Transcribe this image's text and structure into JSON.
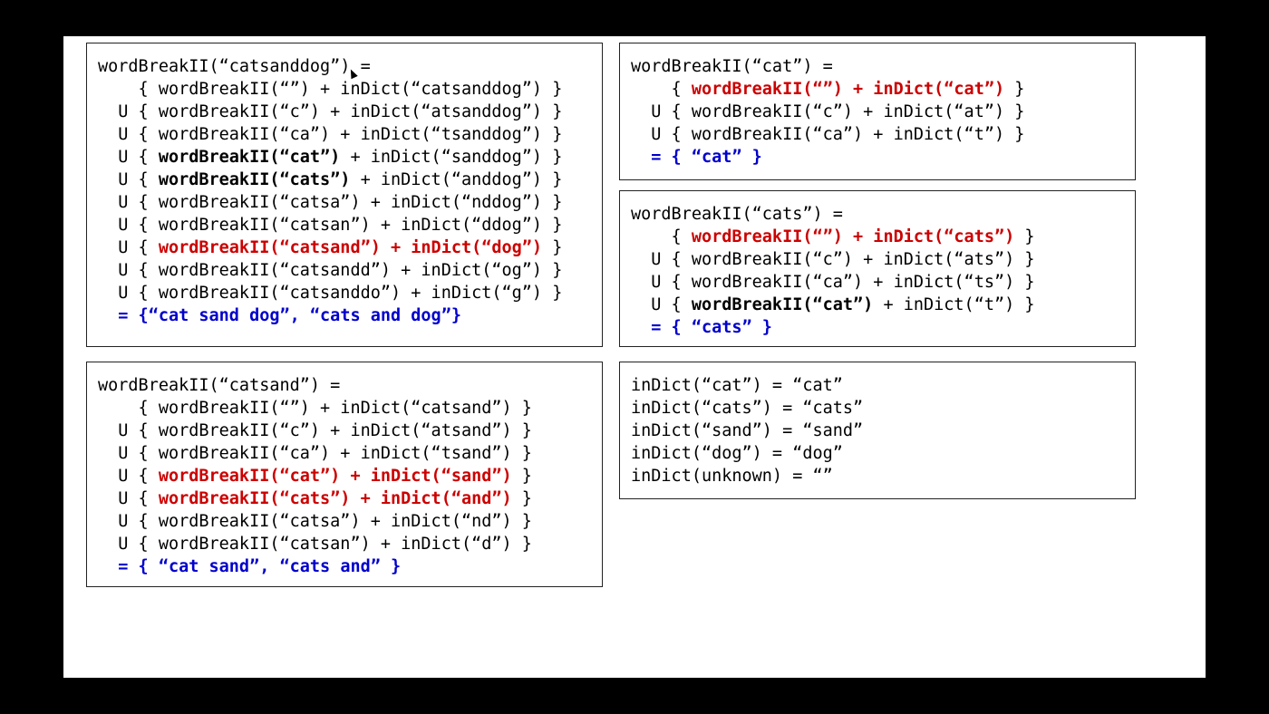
{
  "colors": {
    "red": "#cc0000",
    "blue": "#0000cc",
    "text": "#000000",
    "border": "#222222"
  },
  "boxes": [
    {
      "id": "catsanddog",
      "lines": [
        [
          {
            "t": "wordBreakII(“catsanddog”) ="
          }
        ],
        [
          {
            "t": "    { wordBreakII(“”) + inDict(“catsanddog”) }"
          }
        ],
        [
          {
            "t": "  U { wordBreakII(“c”) + inDict(“atsanddog”) }"
          }
        ],
        [
          {
            "t": "  U { wordBreakII(“ca”) + inDict(“tsanddog”) }"
          }
        ],
        [
          {
            "t": "  U { "
          },
          {
            "t": "wordBreakII(“cat”)",
            "s": "b"
          },
          {
            "t": " + inDict(“sanddog”) }"
          }
        ],
        [
          {
            "t": "  U { "
          },
          {
            "t": "wordBreakII(“cats”)",
            "s": "b"
          },
          {
            "t": " + inDict(“anddog”) }"
          }
        ],
        [
          {
            "t": "  U { wordBreakII(“catsa”) + inDict(“nddog”) }"
          }
        ],
        [
          {
            "t": "  U { wordBreakII(“catsan”) + inDict(“ddog”) }"
          }
        ],
        [
          {
            "t": "  U { "
          },
          {
            "t": "wordBreakII(“catsand”) + inDict(“dog”)",
            "s": "b red"
          },
          {
            "t": " }"
          }
        ],
        [
          {
            "t": "  U { wordBreakII(“catsandd”) + inDict(“og”) }"
          }
        ],
        [
          {
            "t": "  U { wordBreakII(“catsanddo”) + inDict(“g”) }"
          }
        ],
        [
          {
            "t": "  "
          },
          {
            "t": "= {“cat sand dog”, “cats and dog”}",
            "s": "b blue"
          }
        ]
      ]
    },
    {
      "id": "cat",
      "lines": [
        [
          {
            "t": "wordBreakII(“cat”) ="
          }
        ],
        [
          {
            "t": "    { "
          },
          {
            "t": "wordBreakII(“”) + inDict(“cat”)",
            "s": "b red"
          },
          {
            "t": " }"
          }
        ],
        [
          {
            "t": "  U { wordBreakII(“c”) + inDict(“at”) }"
          }
        ],
        [
          {
            "t": "  U { wordBreakII(“ca”) + inDict(“t”) }"
          }
        ],
        [
          {
            "t": "  "
          },
          {
            "t": "= { “cat” }",
            "s": "b blue"
          }
        ]
      ]
    },
    {
      "id": "cats",
      "lines": [
        [
          {
            "t": "wordBreakII(“cats”) ="
          }
        ],
        [
          {
            "t": "    { "
          },
          {
            "t": "wordBreakII(“”) + inDict(“cats”)",
            "s": "b red"
          },
          {
            "t": " }"
          }
        ],
        [
          {
            "t": "  U { wordBreakII(“c”) + inDict(“ats”) }"
          }
        ],
        [
          {
            "t": "  U { wordBreakII(“ca”) + inDict(“ts”) }"
          }
        ],
        [
          {
            "t": "  U { "
          },
          {
            "t": "wordBreakII(“cat”)",
            "s": "b"
          },
          {
            "t": " + inDict(“t”) }"
          }
        ],
        [
          {
            "t": "  "
          },
          {
            "t": "= { “cats” }",
            "s": "b blue"
          }
        ]
      ]
    },
    {
      "id": "catsand",
      "lines": [
        [
          {
            "t": "wordBreakII(“catsand”) ="
          }
        ],
        [
          {
            "t": "    { wordBreakII(“”) + inDict(“catsand”) }"
          }
        ],
        [
          {
            "t": "  U { wordBreakII(“c”) + inDict(“atsand”) }"
          }
        ],
        [
          {
            "t": "  U { wordBreakII(“ca”) + inDict(“tsand”) }"
          }
        ],
        [
          {
            "t": "  U { "
          },
          {
            "t": "wordBreakII(“cat”) + inDict(“sand”)",
            "s": "b red"
          },
          {
            "t": " }"
          }
        ],
        [
          {
            "t": "  U { "
          },
          {
            "t": "wordBreakII(“cats”) + inDict(“and”)",
            "s": "b red"
          },
          {
            "t": " }"
          }
        ],
        [
          {
            "t": "  U { wordBreakII(“catsa”) + inDict(“nd”) }"
          }
        ],
        [
          {
            "t": "  U { wordBreakII(“catsan”) + inDict(“d”) }"
          }
        ],
        [
          {
            "t": "  "
          },
          {
            "t": "= { “cat sand”, “cats and” }",
            "s": "b blue"
          }
        ]
      ]
    },
    {
      "id": "dict",
      "lines": [
        [
          {
            "t": "inDict(“cat”) = “cat”"
          }
        ],
        [
          {
            "t": "inDict(“cats”) = “cats”"
          }
        ],
        [
          {
            "t": "inDict(“sand”) = “sand”"
          }
        ],
        [
          {
            "t": "inDict(“dog”) = “dog”"
          }
        ],
        [
          {
            "t": "inDict(unknown) = “”"
          }
        ]
      ]
    }
  ]
}
